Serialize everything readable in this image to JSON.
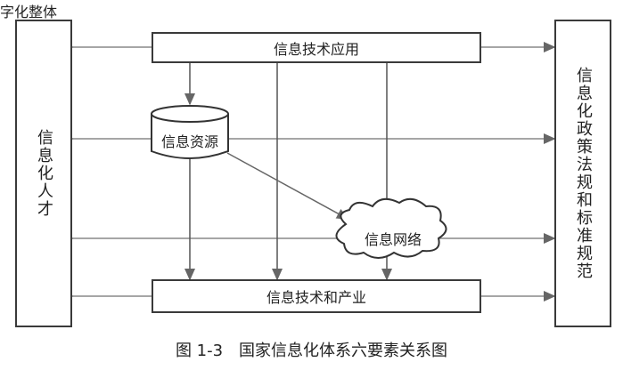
{
  "top_label": "字化整体",
  "boxes": {
    "left": "信息化人才",
    "right": "信息化政策法规和标准规范",
    "top": "信息技术应用",
    "bottom": "信息技术和产业",
    "resource": "信息资源",
    "network": "信息网络"
  },
  "caption": "图 1-3　国家信息化体系六要素关系图",
  "colors": {
    "line": "#777777",
    "border": "#3a3a3a",
    "text": "#222222"
  }
}
